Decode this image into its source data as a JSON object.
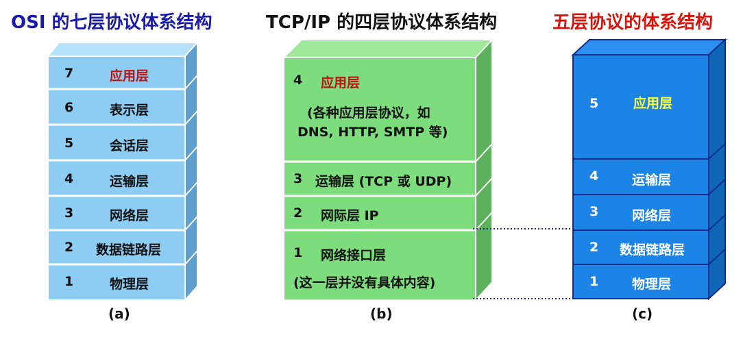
{
  "titles": {
    "a": "OSI 的七层协议体系结构",
    "b": "TCP/IP 的四层协议体系结构",
    "c": "五层协议的体系结构"
  },
  "captions": {
    "a": "(a)",
    "b": "(b)",
    "c": "(c)"
  },
  "osi": [
    {
      "num": "7",
      "label": "应用层"
    },
    {
      "num": "6",
      "label": "表示层"
    },
    {
      "num": "5",
      "label": "会话层"
    },
    {
      "num": "4",
      "label": "运输层"
    },
    {
      "num": "3",
      "label": "网络层"
    },
    {
      "num": "2",
      "label": "数据链路层"
    },
    {
      "num": "1",
      "label": "物理层"
    }
  ],
  "tcpip": {
    "l4": {
      "num": "4",
      "label": "应用层",
      "desc1": "(各种应用层协议，如",
      "desc2": "DNS, HTTP, SMTP 等)"
    },
    "l3": {
      "num": "3",
      "label": "运输层 (TCP 或 UDP)"
    },
    "l2": {
      "num": "2",
      "label": "网际层 IP"
    },
    "l1": {
      "num": "1",
      "label": "网络接口层",
      "desc": "(这一层并没有具体内容)"
    }
  },
  "five": [
    {
      "num": "5",
      "label": "应用层"
    },
    {
      "num": "4",
      "label": "运输层"
    },
    {
      "num": "3",
      "label": "网络层"
    },
    {
      "num": "2",
      "label": "数据链路层"
    },
    {
      "num": "1",
      "label": "物理层"
    }
  ],
  "colors": {
    "osi_front": "#8dcdf4",
    "osi_side": "#5f9fd0",
    "osi_top": "#b5e1fb",
    "osi_line": "#ffffff",
    "tcp_front": "#7ddd7d",
    "tcp_side": "#5cb15c",
    "tcp_top": "#9ee89a",
    "tcp_line": "#ffffff",
    "five_front": "#1b84e6",
    "five_side": "#1066b8",
    "five_top": "#2b90f0",
    "five_line": "#0b2e8c",
    "osi_app_text": "#c0110c",
    "tcp_app_text": "#c0110c",
    "five_app_text": "#ffff33"
  }
}
